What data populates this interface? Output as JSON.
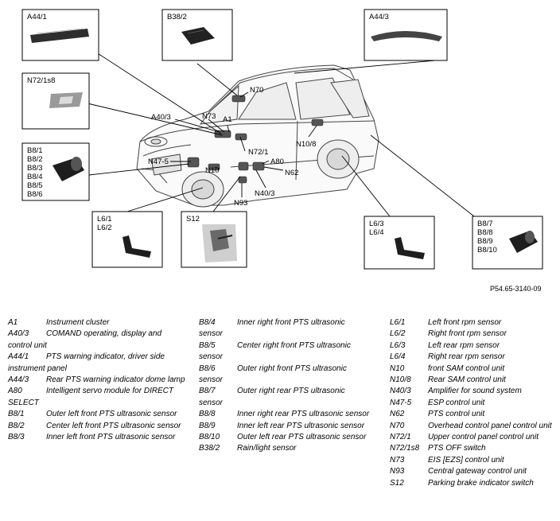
{
  "figure_id": "P54.65-3140-09",
  "component_boxes": [
    {
      "id": "box-a44-1",
      "labels": [
        "A44/1"
      ]
    },
    {
      "id": "box-b38-2",
      "labels": [
        "B38/2"
      ]
    },
    {
      "id": "box-a44-3",
      "labels": [
        "A44/3"
      ]
    },
    {
      "id": "box-n72-1s8",
      "labels": [
        "N72/1s8"
      ]
    },
    {
      "id": "box-b8-front",
      "labels": [
        "B8/1",
        "B8/2",
        "B8/3",
        "B8/4",
        "B8/5",
        "B8/6"
      ]
    },
    {
      "id": "box-l6-front",
      "labels": [
        "L6/1",
        "L6/2"
      ]
    },
    {
      "id": "box-s12",
      "labels": [
        "S12"
      ]
    },
    {
      "id": "box-l6-rear",
      "labels": [
        "L6/3",
        "L6/4"
      ]
    },
    {
      "id": "box-b8-rear",
      "labels": [
        "B8/7",
        "B8/8",
        "B8/9",
        "B8/10"
      ]
    }
  ],
  "callouts": [
    "N70",
    "A40/3",
    "N73",
    "A1",
    "N10/8",
    "N72/1",
    "N47-5",
    "A80",
    "N10",
    "N62",
    "N40/3",
    "N93"
  ],
  "legend": {
    "col1": [
      {
        "code": "A1",
        "text": "Instrument cluster"
      },
      {
        "code": "A40/3",
        "text": "COMAND operating, display and control unit"
      },
      {
        "code": "A44/1",
        "text": "PTS warning indicator, driver side instrument panel"
      },
      {
        "code": "A44/3",
        "text": "Rear PTS warning indicator dome lamp"
      },
      {
        "code": "A80",
        "text": "Intelligent servo module for DIRECT SELECT"
      },
      {
        "code": "B8/1",
        "text": "Outer left front PTS ultrasonic sensor"
      },
      {
        "code": "B8/2",
        "text": "Center left front PTS ultrasonic sensor"
      },
      {
        "code": "B8/3",
        "text": "Inner left front PTS ultrasonic sensor"
      }
    ],
    "col2": [
      {
        "code": "B8/4",
        "text": "Inner right front PTS ultrasonic sensor"
      },
      {
        "code": "B8/5",
        "text": "Center right front PTS ultrasonic sensor"
      },
      {
        "code": "B8/6",
        "text": "Outer right front PTS ultrasonic sensor"
      },
      {
        "code": "B8/7",
        "text": "Outer right rear PTS ultrasonic sensor"
      },
      {
        "code": "B8/8",
        "text": "Inner right rear PTS ultrasonic sensor"
      },
      {
        "code": "B8/9",
        "text": "Inner left rear PTS ultrasonic sensor"
      },
      {
        "code": "B8/10",
        "text": "Outer left rear PTS ultrasonic sensor"
      },
      {
        "code": "B38/2",
        "text": "Rain/light sensor"
      }
    ],
    "col3": [
      {
        "code": "L6/1",
        "text": "Left front rpm sensor"
      },
      {
        "code": "L6/2",
        "text": "Right front rpm sensor"
      },
      {
        "code": "L6/3",
        "text": "Left rear rpm sensor"
      },
      {
        "code": "L6/4",
        "text": "Right rear rpm sensor"
      },
      {
        "code": "N10",
        "text": "front SAM control unit"
      },
      {
        "code": "N10/8",
        "text": "Rear SAM control unit"
      },
      {
        "code": "N40/3",
        "text": "Amplifier for sound system"
      },
      {
        "code": "N47-5",
        "text": "ESP control unit"
      },
      {
        "code": "N62",
        "text": "PTS control unit"
      },
      {
        "code": "N70",
        "text": "Overhead control panel control unit"
      },
      {
        "code": "N72/1",
        "text": "Upper control panel control unit"
      },
      {
        "code": "N72/1s8",
        "text": "PTS OFF switch"
      },
      {
        "code": "N73",
        "text": "EIS [EZS] control unit"
      },
      {
        "code": "N93",
        "text": "Central gateway control unit"
      },
      {
        "code": "S12",
        "text": "Parking brake indicator switch"
      }
    ]
  }
}
